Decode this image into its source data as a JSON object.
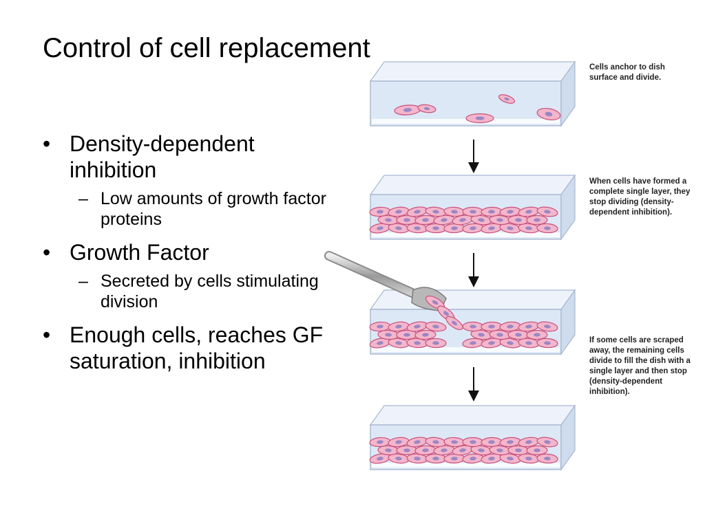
{
  "title": "Control of cell replacement",
  "bullets": [
    {
      "text": "Density-dependent inhibition",
      "sub": [
        "Low amounts of growth factor proteins"
      ]
    },
    {
      "text": "Growth Factor",
      "sub": [
        "Secreted by cells stimulating division"
      ]
    },
    {
      "text": "Enough cells, reaches GF saturation, inhibition",
      "sub": []
    }
  ],
  "bullet_marker": "•",
  "sub_marker": "–",
  "diagram": {
    "step_notes": [
      "Cells anchor to dish surface and divide.",
      "When cells have formed a complete single layer, they stop dividing (density-dependent inhibition).",
      "If some cells are scraped away, the remaining cells divide to fill the dish with a single layer and then stop (density-dependent inhibition)."
    ],
    "colors": {
      "cell": "#f3b6cb",
      "cell_edge": "#c94f7c",
      "nucleus": "#9c86c4",
      "dish": "#dde8f6",
      "dish_edge": "#a7b7cf"
    }
  }
}
